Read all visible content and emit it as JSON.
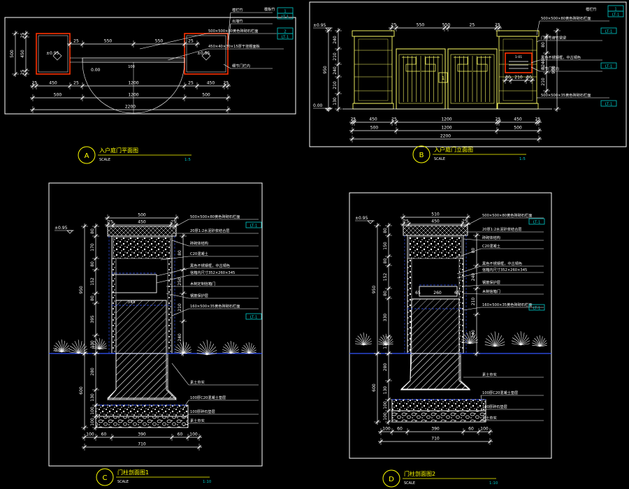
{
  "colors": {
    "background": "#000000",
    "frame": "#ffffff",
    "dimension": "#ffffff",
    "leader": "#ffffff",
    "annotation": "#ffffff",
    "ref_box": "#00cccc",
    "title": "#ffff00",
    "pier_outline": "#ff3300",
    "gate": "#ffff66",
    "hatch": "#ffffff",
    "gravel": "#ffffff",
    "vegetation": "#ffffff",
    "ground": "#3355ff",
    "level_label": "#ffffff"
  },
  "drawings": {
    "A": {
      "badge": "A",
      "title": "入户庭门平面图",
      "scale_label": "SCALE",
      "scale_value": "1:5",
      "dims_top": [
        "25",
        "550",
        "550",
        "25"
      ],
      "dims_bottom_1": [
        "25",
        "450",
        "25",
        "1200",
        "25",
        "450",
        "25"
      ],
      "dims_bottom_2": [
        "500",
        "1200",
        "500"
      ],
      "dims_total": "2200",
      "dims_left": [
        "25",
        "450",
        "25"
      ],
      "dims_left_total": "500",
      "levels": [
        "±0.95",
        "0.00",
        "±0.95"
      ],
      "mid_dim": "100",
      "notes": [
        "樘栏竹",
        "出墙竹",
        "500×500×80黄色砖砌石栏面",
        "450×40×30×15厚干挂粗面板",
        "细节门栏内",
        "模板竹"
      ],
      "refs": [
        "1",
        "LT-1",
        "2",
        "LT-1"
      ]
    },
    "B": {
      "badge": "B",
      "title": "入户庭门立面图",
      "scale_label": "SCALE",
      "scale_value": "1:5",
      "dims_top": [
        "25",
        "550",
        "550",
        "25"
      ],
      "dims_bottom_1": [
        "25",
        "450",
        "25",
        "1200",
        "25",
        "450",
        "25"
      ],
      "dims_bottom_2": [
        "500",
        "1200",
        "500"
      ],
      "dims_total": "2200",
      "dims_left": [
        "240",
        "210",
        "240",
        "210",
        "130"
      ],
      "dims_left_total": "950",
      "dims_right": [
        "80",
        "240",
        "210",
        "240"
      ],
      "plaque_dims": [
        "80",
        "210",
        "80"
      ],
      "levels": [
        "±0.95",
        "0.00"
      ],
      "plaque_text": "1-01",
      "gate_number": "1",
      "notes": [
        "樘栏竹",
        "500×500×80黄色砖砌石栏面",
        "门牌号牌竹梁梁",
        "黑色不锈钢框，中古铜色",
        "详图",
        "细节门栏内",
        "500×500×35黄色砖砌石栏面"
      ],
      "refs": [
        "1",
        "LT-1",
        "LT-1",
        "LT-1",
        "LT-1"
      ]
    },
    "C": {
      "badge": "C",
      "title": "门柱剖面图1",
      "scale_label": "SCALE",
      "scale_value": "1:10",
      "dims_top_total": "500",
      "dims_top": [
        "25",
        "450",
        "25"
      ],
      "dims_left": [
        "80",
        "170",
        "80",
        "152",
        "80",
        "395",
        "130"
      ],
      "dims_left_total": "950",
      "dims_left_below": [
        "280",
        "130",
        "100",
        "100"
      ],
      "dims_left_below_total": "600",
      "dims_bottom": [
        "100",
        "60",
        "390",
        "60",
        "100"
      ],
      "dims_bottom_total": "710",
      "dims_right": [
        "80",
        "250",
        "210",
        "240",
        "160"
      ],
      "levels": [
        "±0.95",
        "0.00"
      ],
      "inner_dim": "345",
      "notes": [
        "500×500×80黄色砖砌石栏面",
        "20厚1:2水泥砂浆结合层",
        "砖砌体结构",
        "C20混凝土",
        "黑色不锈钢框，中古铜色",
        "信箱内尺寸352×260×345",
        "木制定制信箱门",
        "钢筋保护层",
        "160×500×35黄色砖砌石栏面",
        "素土夯实",
        "100厚C20混凝土垫层",
        "100厚碎石垫层",
        "素土夯实"
      ],
      "refs": [
        "LT-1",
        "LT-1"
      ]
    },
    "D": {
      "badge": "D",
      "title": "门柱剖面图2",
      "scale_label": "SCALE",
      "scale_value": "1:10",
      "dims_top_total": "510",
      "dims_top": [
        "25",
        "450",
        "25"
      ],
      "dims_left": [
        "80",
        "150",
        "80",
        "152",
        "80",
        "330",
        "130"
      ],
      "dims_left_total": "950",
      "dims_left_below": [
        "280",
        "130",
        "100",
        "100"
      ],
      "dims_left_below_total": "600",
      "dims_bottom": [
        "100",
        "60",
        "390",
        "60",
        "100"
      ],
      "dims_bottom_total": "710",
      "dims_right": [
        "80",
        "240",
        "210",
        "240",
        "160"
      ],
      "levels": [
        "±0.95"
      ],
      "inner_dims": [
        "65",
        "260",
        "65"
      ],
      "notes": [
        "500×500×80黄色砖砌石栏面",
        "20厚1:2水泥砂浆结合层",
        "砖砌体结构",
        "C20混凝土",
        "黑色不锈钢框，中古铜色",
        "信箱内尺寸352×260×345",
        "钢筋保护层",
        "木制信箱门",
        "160×500×35黄色砖砌石栏面",
        "素土夯实",
        "100厚C20混凝土垫层",
        "100厚碎石垫层",
        "素土夯实"
      ],
      "refs": [
        "LT-1",
        "LT-1"
      ]
    }
  }
}
